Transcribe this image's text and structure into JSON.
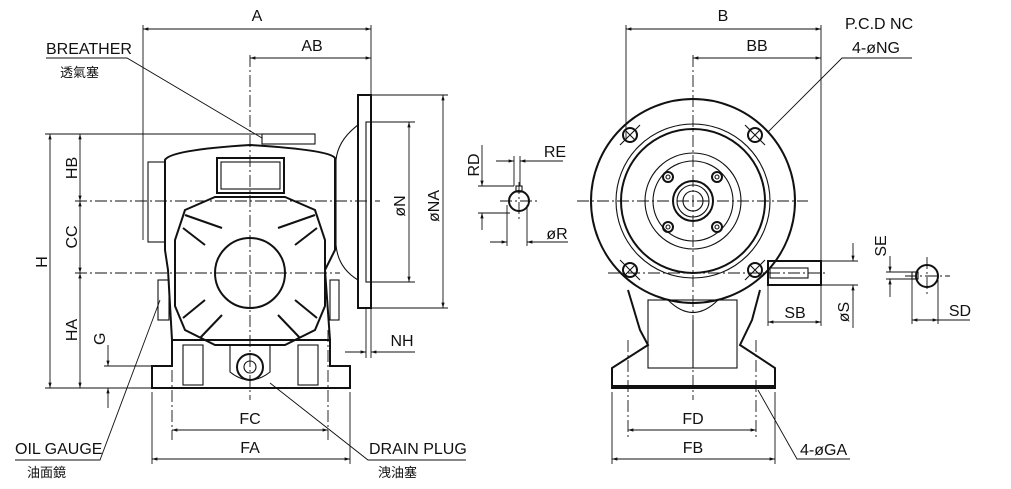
{
  "callouts": {
    "breather": {
      "en": "BREATHER",
      "zh": "透氣塞"
    },
    "oil_gauge": {
      "en": "OIL GAUGE",
      "zh": "油面鏡"
    },
    "drain_plug": {
      "en": "DRAIN PLUG",
      "zh": "洩油塞"
    },
    "pcd": "P.C.D NC",
    "flange_holes": "4-øNG",
    "base_holes": "4-øGA"
  },
  "side_view": {
    "dims": {
      "A": "A",
      "AB": "AB",
      "H": "H",
      "HB": "HB",
      "CC": "CC",
      "HA": "HA",
      "G": "G",
      "N": "øN",
      "NA": "øNA",
      "NH": "NH",
      "FC": "FC",
      "FA": "FA"
    }
  },
  "front_view": {
    "dims": {
      "B": "B",
      "BB": "BB",
      "SB": "SB",
      "S": "øS",
      "FD": "FD",
      "FB": "FB"
    }
  },
  "output_key_detail": {
    "RD": "RD",
    "RE": "RE",
    "R": "øR"
  },
  "input_key_detail": {
    "SE": "SE",
    "SD": "SD"
  },
  "colors": {
    "line": "#111111",
    "background": "#ffffff"
  }
}
